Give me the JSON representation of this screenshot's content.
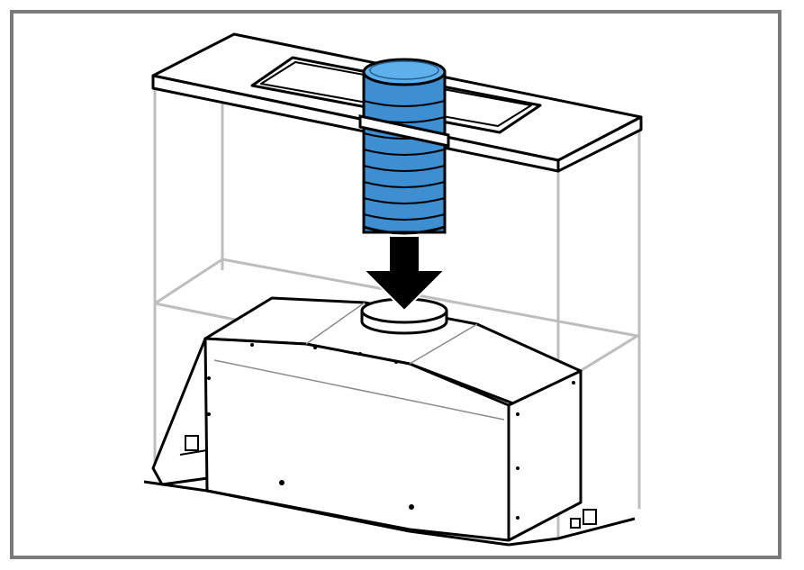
{
  "figure": {
    "frame_color": "#7a7a7a",
    "outline_color": "#000000",
    "cabinet_line_color": "#bdbdbd",
    "duct_fill_color": "#3d8fd1",
    "duct_highlight_color": "#5fb0ea",
    "arrow_color": "#000000",
    "icons": [
      "cabinet-top-panel",
      "flexible-duct",
      "down-arrow",
      "hood-housing",
      "exhaust-collar"
    ]
  }
}
